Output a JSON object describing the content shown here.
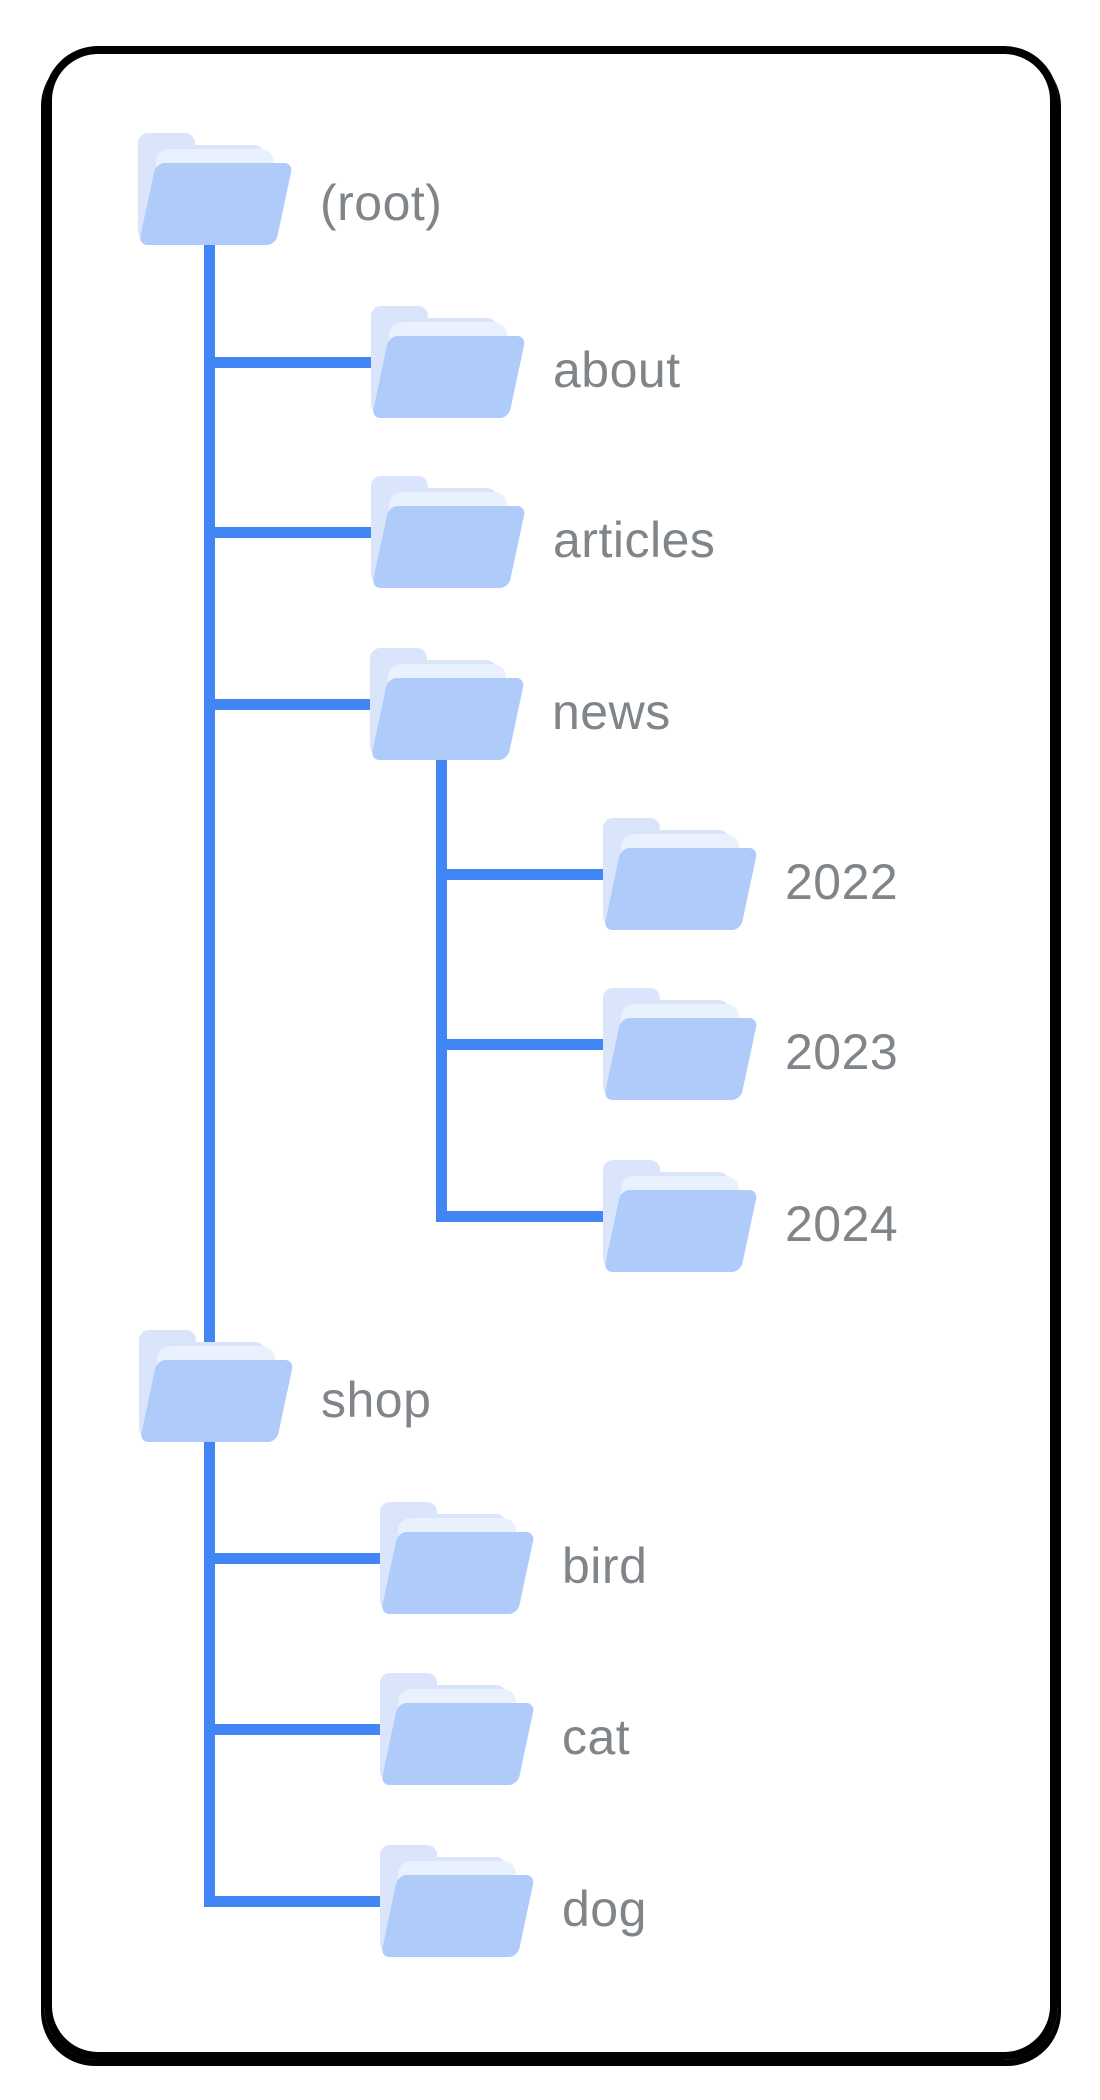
{
  "diagram_type": "folder-tree",
  "palette": {
    "frame_color": "#000000",
    "line": "#4285F4",
    "folder_back": "#DAE4FB",
    "folder_mid": "#E9F0FE",
    "folder_front": "#AECBFA",
    "label_text": "#80858A"
  },
  "tree": {
    "nodes": [
      {
        "id": "root",
        "label": "(root)",
        "parent": null
      },
      {
        "id": "about",
        "label": "about",
        "parent": "root"
      },
      {
        "id": "articles",
        "label": "articles",
        "parent": "root"
      },
      {
        "id": "news",
        "label": "news",
        "parent": "root"
      },
      {
        "id": "y2022",
        "label": "2022",
        "parent": "news"
      },
      {
        "id": "y2023",
        "label": "2023",
        "parent": "news"
      },
      {
        "id": "y2024",
        "label": "2024",
        "parent": "news"
      },
      {
        "id": "shop",
        "label": "shop",
        "parent": "root"
      },
      {
        "id": "bird",
        "label": "bird",
        "parent": "shop"
      },
      {
        "id": "cat",
        "label": "cat",
        "parent": "shop"
      },
      {
        "id": "dog",
        "label": "dog",
        "parent": "shop"
      }
    ]
  }
}
